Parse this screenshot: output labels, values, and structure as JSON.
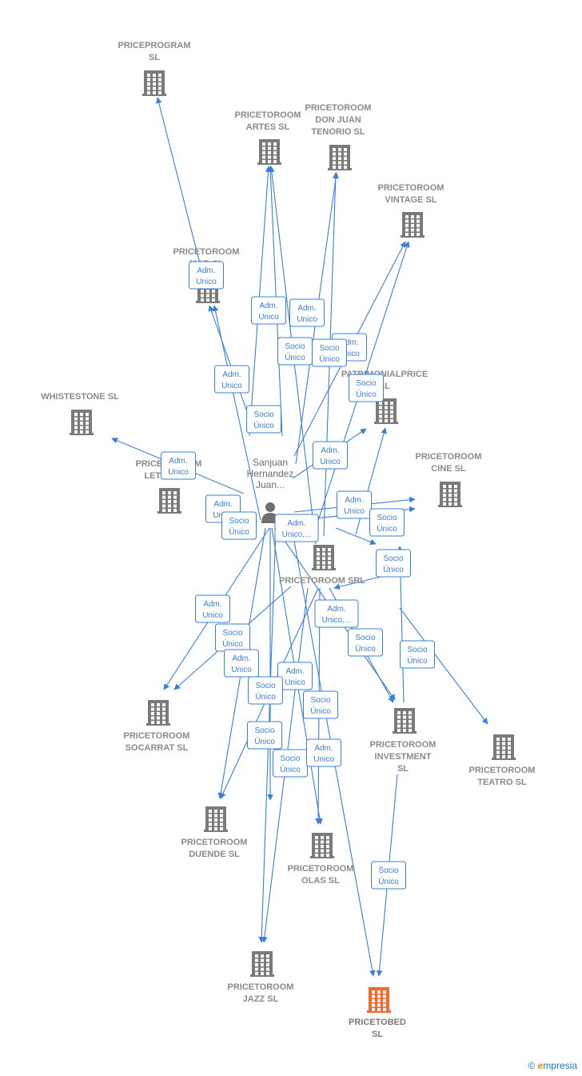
{
  "colors": {
    "edge": "#3a7fd9",
    "node": "#7a7a7a",
    "highlight": "#f26a2e",
    "label": "#8a8a8a"
  },
  "person": {
    "lines": [
      "Sanjuan",
      "Hernandez",
      "Juan..."
    ],
    "icon": "person-icon"
  },
  "nodes": [
    {
      "id": "priceprogram",
      "lines": [
        "PRICEPROGRAM",
        "SL"
      ],
      "icon": "building-icon"
    },
    {
      "id": "artes",
      "lines": [
        "PRICETOROOM",
        "ARTES  SL"
      ],
      "icon": "building-icon"
    },
    {
      "id": "donjuan",
      "lines": [
        "PRICETOROOM",
        "DON JUAN",
        "TENORIO  SL"
      ],
      "icon": "building-icon"
    },
    {
      "id": "vintage",
      "lines": [
        "PRICETOROOM",
        "VINTAGE  SL"
      ],
      "icon": "building-icon"
    },
    {
      "id": "mar",
      "lines": [
        "PRICETOROOM",
        "MAR  SL"
      ],
      "icon": "building-icon"
    },
    {
      "id": "patrimonial",
      "lines": [
        "PATRIMONIALPRICE",
        "SL"
      ],
      "icon": "building-icon"
    },
    {
      "id": "whitestone",
      "lines": [
        "WHISTESTONE SL"
      ],
      "icon": "building-icon"
    },
    {
      "id": "letras",
      "lines": [
        "PRICETOROOM",
        "LETRAS  SL"
      ],
      "icon": "building-icon"
    },
    {
      "id": "cine",
      "lines": [
        "PRICETOROOM",
        "CINE  SL"
      ],
      "icon": "building-icon"
    },
    {
      "id": "srl",
      "lines": [
        "PRICETOROOM SRL"
      ],
      "icon": "building-icon"
    },
    {
      "id": "socarrat",
      "lines": [
        "PRICETOROOM",
        "SOCARRAT  SL"
      ],
      "icon": "building-icon"
    },
    {
      "id": "investment",
      "lines": [
        "PRICETOROOM",
        "INVESTMENT",
        "SL"
      ],
      "icon": "building-icon"
    },
    {
      "id": "teatro",
      "lines": [
        "PRICETOROOM",
        "TEATRO  SL"
      ],
      "icon": "building-icon"
    },
    {
      "id": "duende",
      "lines": [
        "PRICETOROOM",
        "DUENDE  SL"
      ],
      "icon": "building-icon"
    },
    {
      "id": "olas",
      "lines": [
        "PRICETOROOM",
        "OLAS  SL"
      ],
      "icon": "building-icon"
    },
    {
      "id": "jazz",
      "lines": [
        "PRICETOROOM",
        "JAZZ  SL"
      ],
      "icon": "building-icon"
    },
    {
      "id": "pricetobed",
      "lines": [
        "PRICETOBED",
        "SL"
      ],
      "icon": "building-icon",
      "highlight": true
    }
  ],
  "badges": [
    [
      "Adm.",
      "Unico"
    ],
    [
      "Adm.",
      "Unico"
    ],
    [
      "Adm.",
      "Unico"
    ],
    [
      "Socio",
      "Único"
    ],
    [
      "Socio",
      "Único"
    ],
    [
      "Adm.",
      "Unico"
    ],
    [
      "Adm.",
      "Unico"
    ],
    [
      "Socio",
      "Único"
    ],
    [
      "Socio",
      "Único"
    ],
    [
      "Adm.",
      "Unico"
    ],
    [
      "Adm.",
      "Unico"
    ],
    [
      "Adm.",
      "Unico"
    ],
    [
      "Socio",
      "Único"
    ],
    [
      "Adm.",
      "Unico,..."
    ],
    [
      "Adm.",
      "Unico"
    ],
    [
      "Socio",
      "Único"
    ],
    [
      "Socio",
      "Único"
    ],
    [
      "Adm.",
      "Unico"
    ],
    [
      "Socio",
      "Único"
    ],
    [
      "Adm.",
      "Unico"
    ],
    [
      "Adm.",
      "Unico,..."
    ],
    [
      "Socio",
      "Único"
    ],
    [
      "Socio",
      "Único"
    ],
    [
      "Adm.",
      "Unico"
    ],
    [
      "Socio",
      "Único"
    ],
    [
      "Socio",
      "Único"
    ],
    [
      "Adm.",
      "Unico"
    ],
    [
      "Socio",
      "Único"
    ],
    [
      "Adm.",
      "Unico"
    ],
    [
      "Socio",
      "Único"
    ],
    [
      "Socio",
      "Único"
    ]
  ],
  "brand": {
    "copyright": "©",
    "e": "e",
    "rest": "mpresia"
  }
}
